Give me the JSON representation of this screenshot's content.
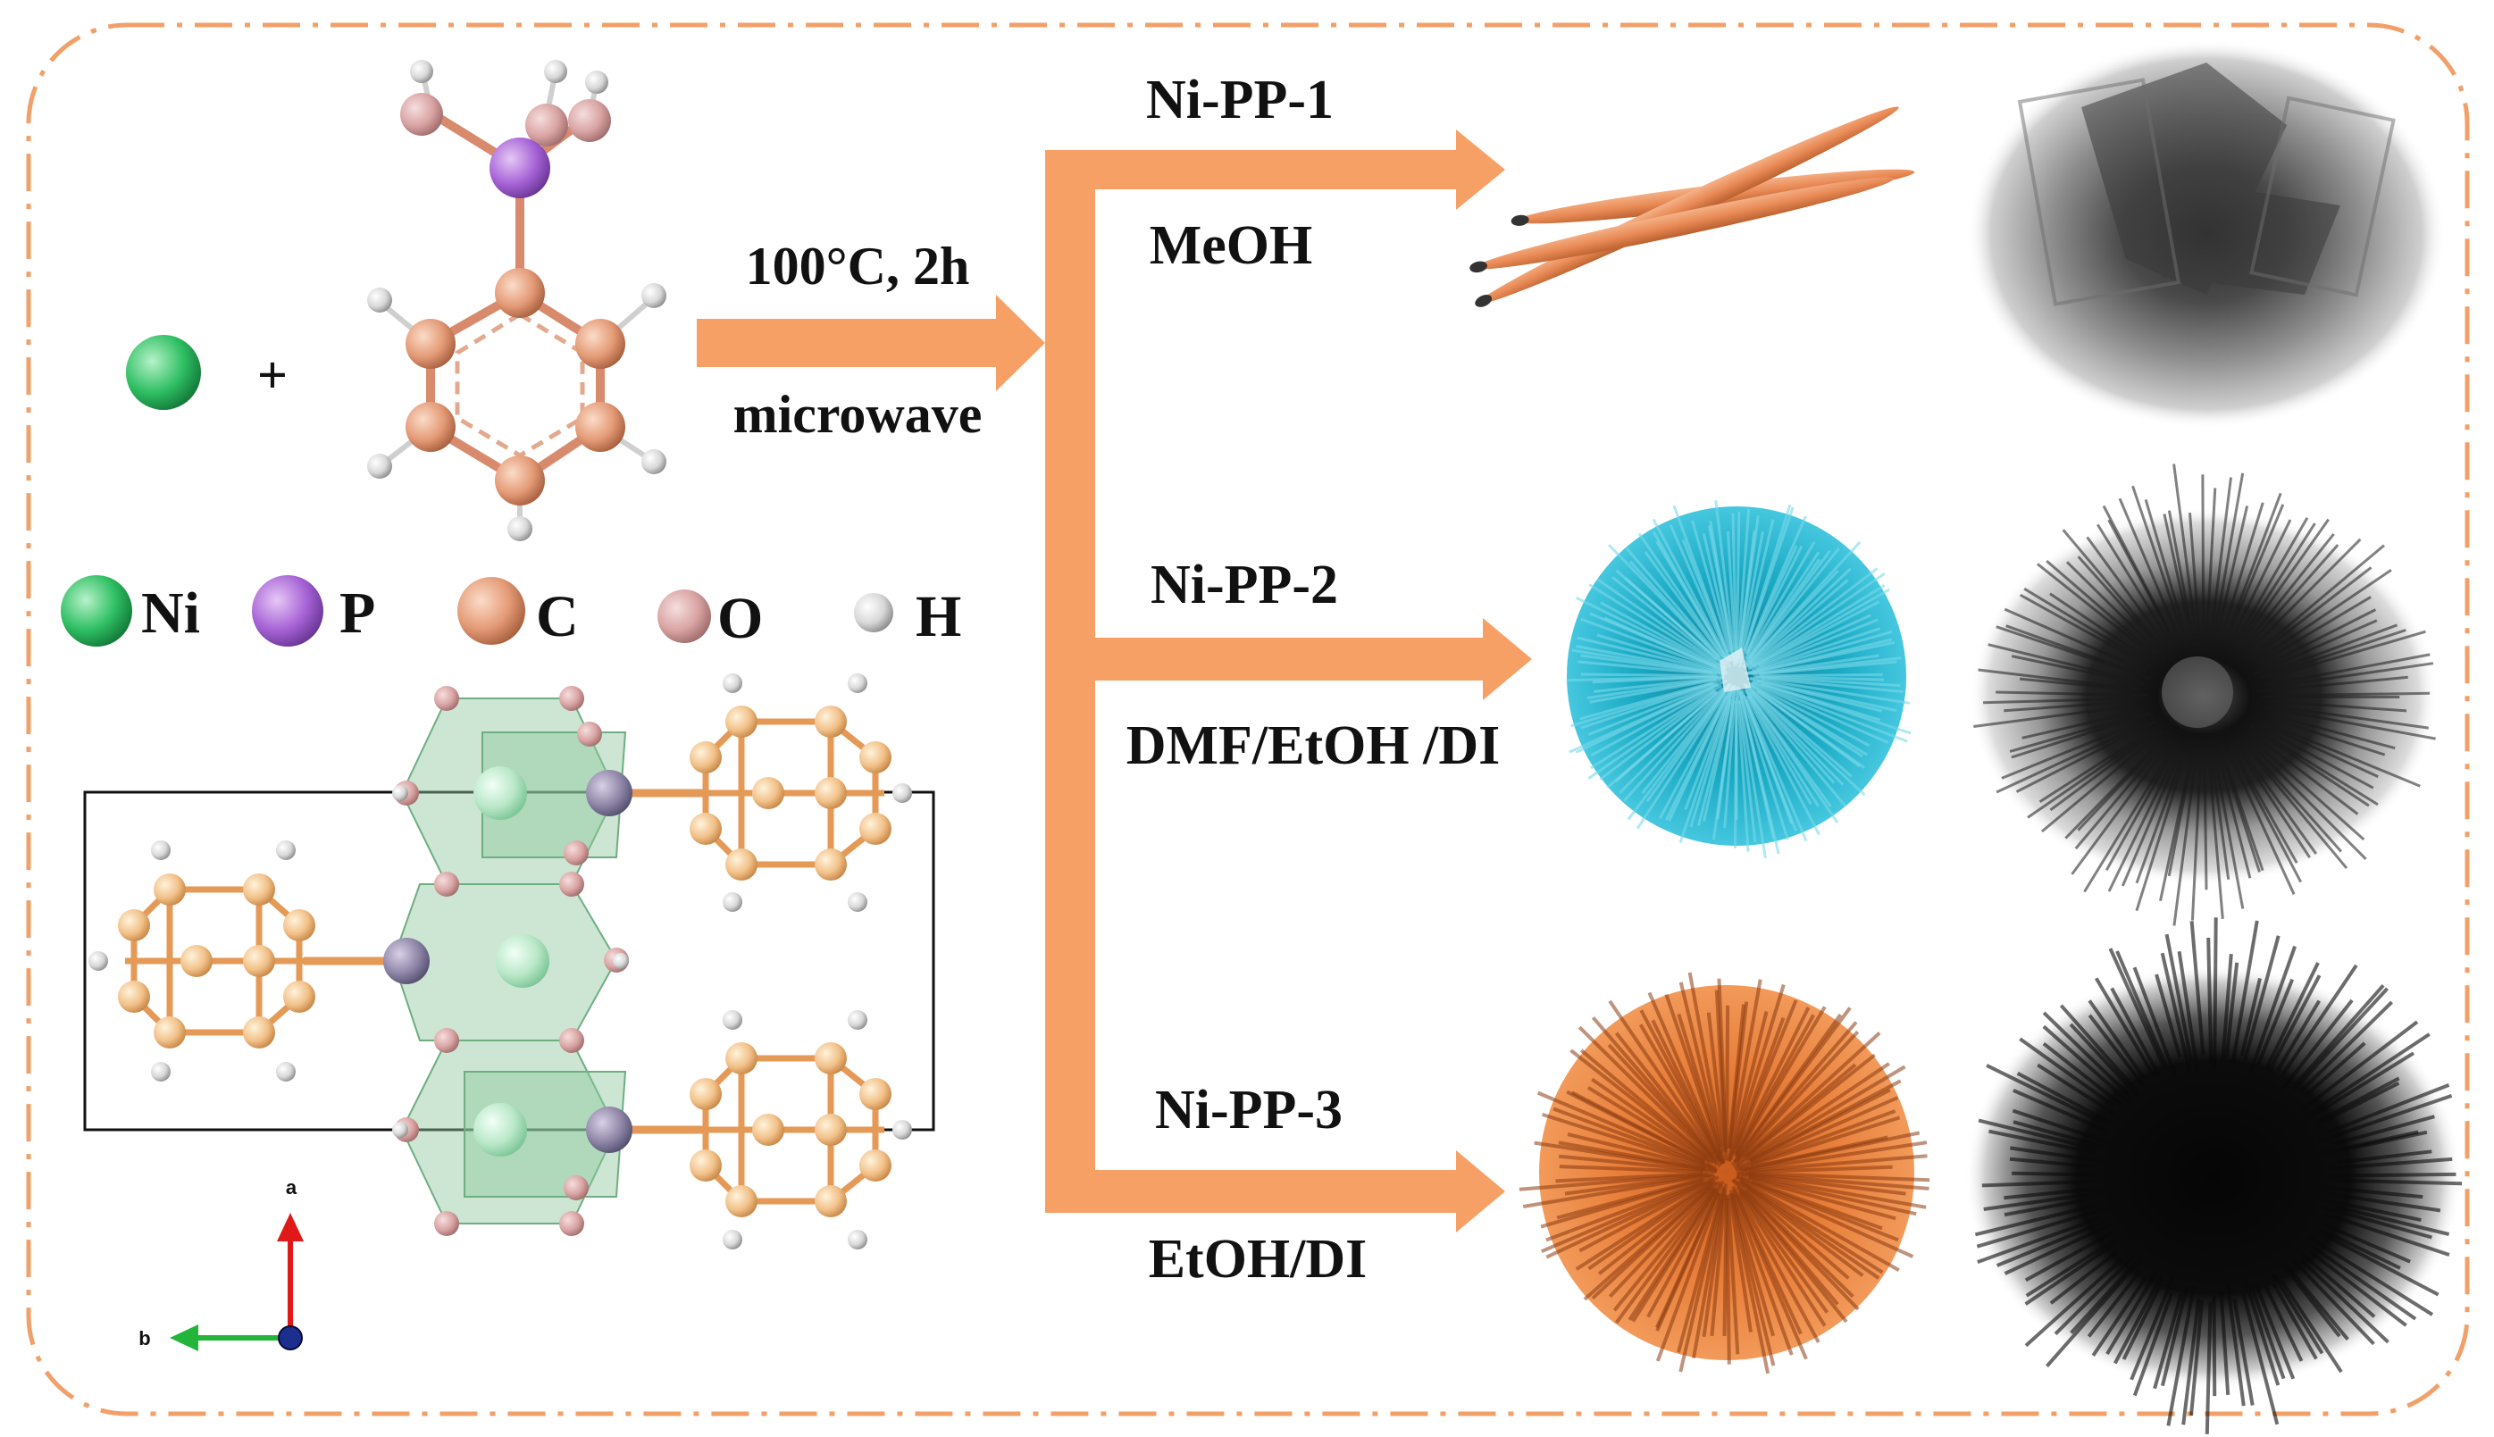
{
  "reactants": {
    "plus_sign": "+"
  },
  "legend": {
    "items": [
      {
        "label": "Ni",
        "color": "#2fbf63"
      },
      {
        "label": "P",
        "color": "#a763d6"
      },
      {
        "label": "C",
        "color": "#e49a76"
      },
      {
        "label": "O",
        "color": "#d9a3a3"
      },
      {
        "label": "H",
        "color": "#d8d8d8"
      }
    ]
  },
  "reaction": {
    "condition_top": "100°C, 2h",
    "condition_bottom": "microwave"
  },
  "products": [
    {
      "name": "Ni-PP-1",
      "solvent": "MeOH",
      "model_color": "#e98a56"
    },
    {
      "name": "Ni-PP-2",
      "solvent": "DMF/EtOH /DI",
      "model_color": "#1aa9c4"
    },
    {
      "name": "Ni-PP-3",
      "solvent": "EtOH/DI",
      "model_color": "#e9803c"
    }
  ],
  "axes": {
    "a_label": "a",
    "b_label": "b"
  },
  "colors": {
    "arrow": "#f7a066",
    "border": "#f0a068"
  }
}
